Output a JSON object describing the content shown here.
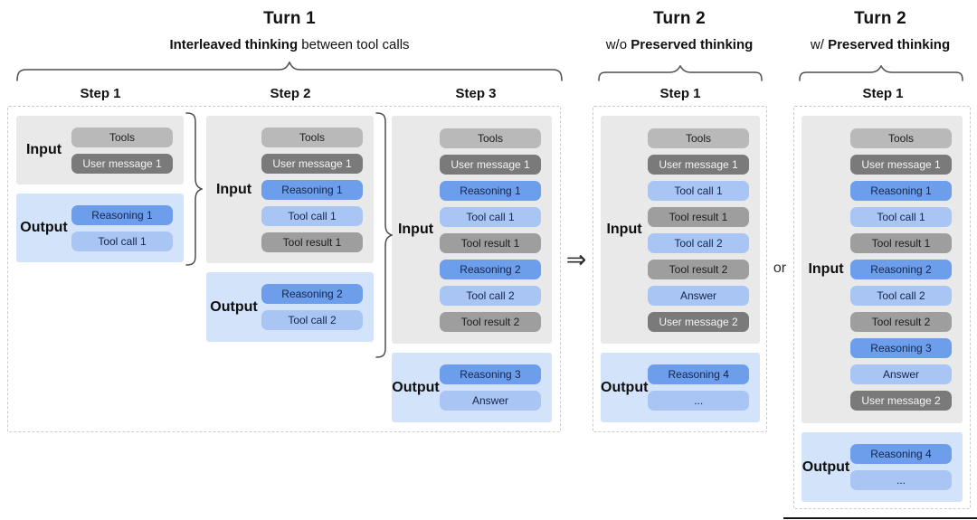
{
  "headers": {
    "turn1": {
      "title": "Turn 1",
      "subtitle_bold": "Interleaved thinking",
      "subtitle_rest": " between tool calls"
    },
    "turn2_without": {
      "title": "Turn 2",
      "subtitle_prefix": "w/o ",
      "subtitle_bold": "Preserved thinking"
    },
    "turn2_with": {
      "title": "Turn 2",
      "subtitle_prefix": "w/ ",
      "subtitle_bold": "Preserved thinking"
    }
  },
  "labels": {
    "input": "Input",
    "output": "Output"
  },
  "connectors": {
    "arrow": "⇒",
    "or_label": "or"
  },
  "colors": {
    "input_box": "#e9e9e9",
    "output_box": "#d3e3fa",
    "pill_gray": "#b9b9b9",
    "pill_midgray": "#9e9e9e",
    "pill_darkgray": "#7a7a7a",
    "pill_blue": "#6d9eeb",
    "pill_lightblue": "#a8c5f4",
    "dashed_border": "#c6ccd3",
    "brace_stroke": "#4e4e4e"
  },
  "columns": [
    {
      "id": "turn1-step1",
      "step_label": "Step 1",
      "input_pills": [
        {
          "text": "Tools",
          "style": "gray"
        },
        {
          "text": "User message 1",
          "style": "darkgray"
        }
      ],
      "output_pills": [
        {
          "text": "Reasoning 1",
          "style": "blue"
        },
        {
          "text": "Tool call 1",
          "style": "lightblue"
        }
      ]
    },
    {
      "id": "turn1-step2",
      "step_label": "Step 2",
      "input_pills": [
        {
          "text": "Tools",
          "style": "gray"
        },
        {
          "text": "User message 1",
          "style": "darkgray"
        },
        {
          "text": "Reasoning 1",
          "style": "blue"
        },
        {
          "text": "Tool call 1",
          "style": "lightblue"
        },
        {
          "text": "Tool result 1",
          "style": "midgray"
        }
      ],
      "output_pills": [
        {
          "text": "Reasoning 2",
          "style": "blue"
        },
        {
          "text": "Tool call 2",
          "style": "lightblue"
        }
      ]
    },
    {
      "id": "turn1-step3",
      "step_label": "Step 3",
      "input_pills": [
        {
          "text": "Tools",
          "style": "gray"
        },
        {
          "text": "User message 1",
          "style": "darkgray"
        },
        {
          "text": "Reasoning 1",
          "style": "blue"
        },
        {
          "text": "Tool call 1",
          "style": "lightblue"
        },
        {
          "text": "Tool result 1",
          "style": "midgray"
        },
        {
          "text": "Reasoning 2",
          "style": "blue"
        },
        {
          "text": "Tool call 2",
          "style": "lightblue"
        },
        {
          "text": "Tool result 2",
          "style": "midgray"
        }
      ],
      "output_pills": [
        {
          "text": "Reasoning 3",
          "style": "blue"
        },
        {
          "text": "Answer",
          "style": "lightblue"
        }
      ]
    },
    {
      "id": "turn2-without-step1",
      "step_label": "Step 1",
      "input_pills": [
        {
          "text": "Tools",
          "style": "gray"
        },
        {
          "text": "User message 1",
          "style": "darkgray"
        },
        {
          "text": "Tool call 1",
          "style": "lightblue"
        },
        {
          "text": "Tool result 1",
          "style": "midgray"
        },
        {
          "text": "Tool call 2",
          "style": "lightblue"
        },
        {
          "text": "Tool result 2",
          "style": "midgray"
        },
        {
          "text": "Answer",
          "style": "lightblue"
        },
        {
          "text": "User message 2",
          "style": "darkgray"
        }
      ],
      "output_pills": [
        {
          "text": "Reasoning 4",
          "style": "blue"
        },
        {
          "text": "...",
          "style": "lightblue"
        }
      ]
    },
    {
      "id": "turn2-with-step1",
      "step_label": "Step 1",
      "input_pills": [
        {
          "text": "Tools",
          "style": "gray"
        },
        {
          "text": "User message 1",
          "style": "darkgray"
        },
        {
          "text": "Reasoning 1",
          "style": "blue"
        },
        {
          "text": "Tool call 1",
          "style": "lightblue"
        },
        {
          "text": "Tool result 1",
          "style": "midgray"
        },
        {
          "text": "Reasoning 2",
          "style": "blue"
        },
        {
          "text": "Tool call 2",
          "style": "lightblue"
        },
        {
          "text": "Tool result 2",
          "style": "midgray"
        },
        {
          "text": "Reasoning 3",
          "style": "blue"
        },
        {
          "text": "Answer",
          "style": "lightblue"
        },
        {
          "text": "User message 2",
          "style": "darkgray"
        }
      ],
      "output_pills": [
        {
          "text": "Reasoning 4",
          "style": "blue"
        },
        {
          "text": "...",
          "style": "lightblue"
        }
      ]
    }
  ]
}
